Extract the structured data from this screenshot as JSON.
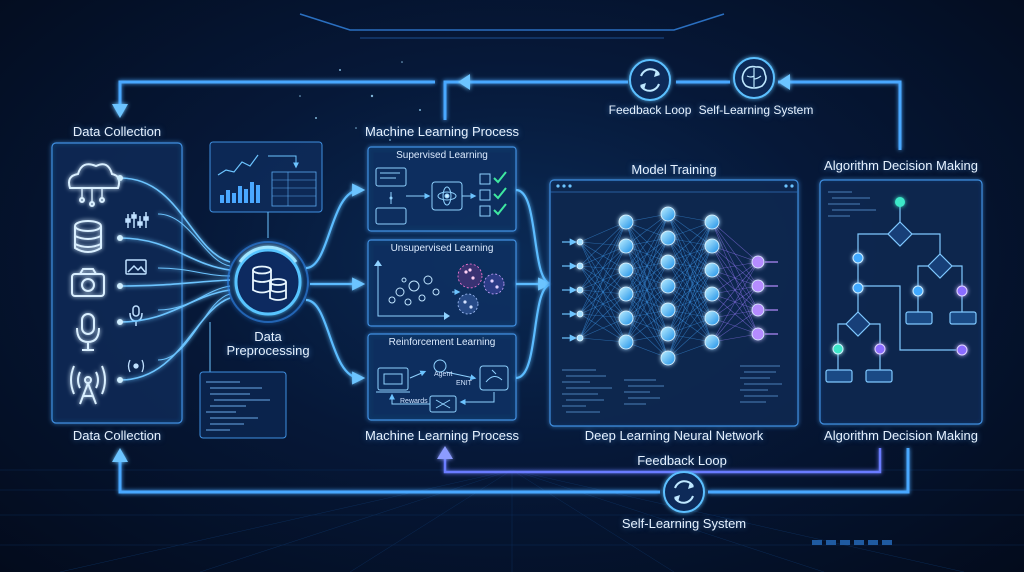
{
  "labels": {
    "data_collection_top": "Data Collection",
    "data_collection_bottom": "Data Collection",
    "data_preprocessing_line1": "Data",
    "data_preprocessing_line2": "Preprocessing",
    "ml_process_top": "Machine Learning Process",
    "ml_process_bottom": "Machine Learning Process",
    "model_training": "Model Training",
    "deep_learning": "Deep Learning Neural Network",
    "algorithm_top": "Algorithm Decision Making",
    "algorithm_bottom": "Algorithm Decision Making",
    "feedback_top": "Feedback Loop",
    "self_learning_top": "Self-Learning System",
    "feedback_bottom": "Feedback Loop",
    "self_learning_bottom": "Self-Learning System"
  },
  "cards": {
    "supervised": "Supervised Learning",
    "unsupervised": "Unsupervised Learning",
    "reinforcement": "Reinforcement Learning",
    "agent": "Agent",
    "rewards": "Rewards",
    "enit": "ENIT"
  },
  "colors": {
    "accent": "#3fa9ff",
    "glow": "#7fd0ff",
    "purple": "#b58cff",
    "green": "#3ee8a0"
  },
  "icons": {
    "sources": [
      "cloud-icon",
      "database-icon",
      "camera-icon",
      "microphone-icon",
      "antenna-icon"
    ],
    "small": [
      "equalizer-icon",
      "image-icon",
      "mic-small-icon",
      "iot-icon"
    ]
  }
}
